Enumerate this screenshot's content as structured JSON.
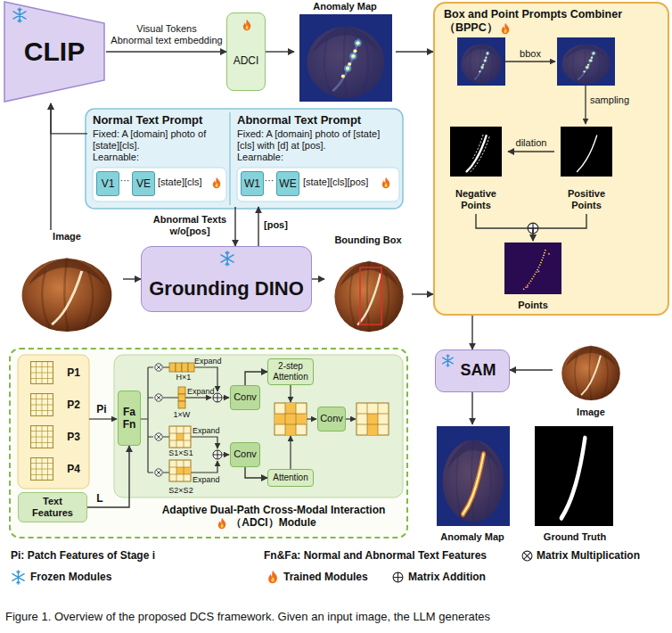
{
  "diagram": {
    "caption": "Figure 1. Overview of the proposed DCS framework. Given an input image, the LLM generates",
    "nodes": [
      {
        "text": [
          "CLIP"
        ]
      },
      {
        "text": [
          "ADCI"
        ]
      },
      {
        "text": [
          "Anomaly Map"
        ]
      },
      {
        "text": [
          "Box and Point Prompts Combiner （BPPC）"
        ]
      },
      {
        "text": [
          "Negative Points"
        ],
        "in": 3
      },
      {
        "text": [
          "Positive Points"
        ],
        "in": 3
      },
      {
        "text": [
          "Points"
        ],
        "in": 3
      },
      {
        "text": [
          "Normal Text Prompt",
          "Fixed: A [domain] photo of [state][cls].",
          "Learnable:",
          "···",
          "[state][cls]"
        ]
      },
      {
        "text": [
          "V1"
        ],
        "in": 7
      },
      {
        "text": [
          "VE"
        ],
        "in": 7
      },
      {
        "text": [
          "Abnormal Text Prompt",
          "Fixed: A [domain] photo of [state] [cls] with [d] at [pos].",
          "Learnable:",
          "···",
          "[state][cls][pos]"
        ]
      },
      {
        "text": [
          "W1"
        ],
        "in": 10
      },
      {
        "text": [
          "WE"
        ],
        "in": 10
      },
      {
        "text": [
          "Image"
        ]
      },
      {
        "text": [
          "Grounding DINO"
        ]
      },
      {
        "text": [
          "Bounding Box"
        ]
      },
      {
        "text": [
          "SAM"
        ]
      },
      {
        "text": [
          "Image"
        ]
      },
      {
        "text": [
          "Anomaly Map"
        ]
      },
      {
        "text": [
          "Ground Truth"
        ]
      },
      {
        "text": [
          "Adaptive Dual-Path Cross-Modal Interaction （ADCI）Module"
        ]
      },
      {
        "text": [
          "P1"
        ],
        "in": 20
      },
      {
        "text": [
          "P2"
        ],
        "in": 20
      },
      {
        "text": [
          "P3"
        ],
        "in": 20
      },
      {
        "text": [
          "P4"
        ],
        "in": 20
      },
      {
        "text": [
          "Text Features"
        ],
        "in": 20
      },
      {
        "text": [
          "Fa",
          "Fn"
        ],
        "in": 20
      },
      {
        "text": [
          "Conv"
        ],
        "in": 20
      },
      {
        "text": [
          "Conv"
        ],
        "in": 20
      },
      {
        "text": [
          "2-step Attention"
        ],
        "in": 20
      },
      {
        "text": [
          "Attention"
        ],
        "in": 20
      },
      {
        "text": [
          "Conv"
        ],
        "in": 20
      }
    ],
    "edges": [
      {
        "from": 0,
        "to": 1,
        "arrow": "to"
      },
      {
        "from": 1,
        "to": 2,
        "arrow": "to"
      },
      {
        "from": 2,
        "to": 3,
        "arrow": "to"
      },
      {
        "from": 5,
        "to": 4,
        "label": "dilation",
        "arrow": "to"
      },
      {
        "from": 4,
        "to": 6,
        "arrow": "to"
      },
      {
        "from": 5,
        "to": 6,
        "arrow": "to"
      },
      {
        "from": 3,
        "to": 16,
        "arrow": "to"
      },
      {
        "from": 17,
        "to": 16,
        "arrow": "to"
      },
      {
        "from": 16,
        "to": 18,
        "arrow": "to"
      },
      {
        "from": 13,
        "to": 0,
        "arrow": "to"
      },
      {
        "from": 7,
        "to": 0,
        "arrow": "to"
      },
      {
        "from": 10,
        "to": 14,
        "label": "Abnormal Texts w/o[pos]",
        "arrow": "to"
      },
      {
        "from": 14,
        "to": 10,
        "label": "[pos]",
        "arrow": "to"
      },
      {
        "from": 13,
        "to": 14,
        "arrow": "to"
      },
      {
        "from": 14,
        "to": 15,
        "arrow": "to"
      },
      {
        "from": 15,
        "to": 3,
        "arrow": "to"
      },
      {
        "from": 25,
        "to": 26,
        "label": "L",
        "arrow": "to"
      },
      {
        "from": 27,
        "to": 29,
        "arrow": "to"
      },
      {
        "from": 28,
        "to": 30,
        "arrow": "to"
      }
    ],
    "labels": [
      "Visual Tokens",
      "Abnormal text embedding",
      "bbox",
      "sampling",
      "Pi",
      "H×1",
      "1×W",
      "S1×S1",
      "S2×S2",
      "Expand",
      "Expand",
      "Expand",
      "Expand"
    ],
    "legend": [
      {
        "text": "Pi: Patch Features of Stage i"
      },
      {
        "text": "Fn&Fa: Normal and Abnormal Text Features"
      },
      {
        "text": "Matrix Multiplication"
      },
      {
        "text": "Frozen Modules"
      },
      {
        "text": "Trained Modules"
      },
      {
        "text": "Matrix Addition"
      }
    ]
  }
}
